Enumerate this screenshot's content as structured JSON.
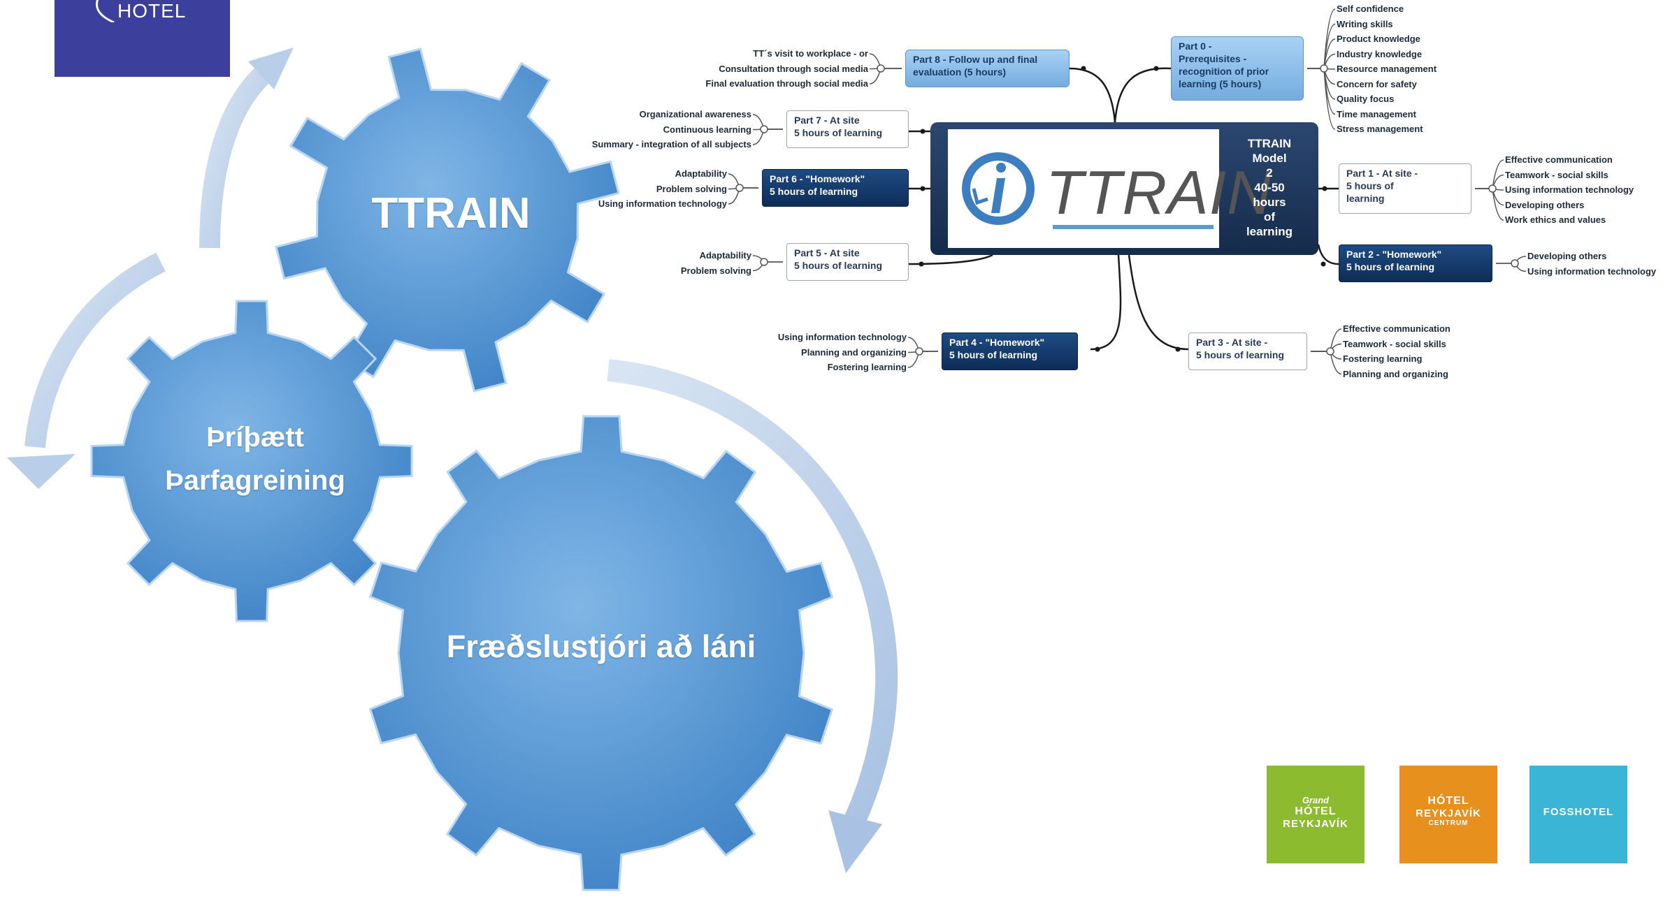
{
  "logo_top_left": {
    "text": "HOTEL"
  },
  "gears": {
    "top": "TTRAIN",
    "left_line1": "Þríþætt",
    "left_line2": "Þarfagreining",
    "bottom": "Fræðslustjóri að láni"
  },
  "center": {
    "logo_text": "TTRAIN",
    "model_text": "TTRAIN\nModel\n2\n40-50\nhours\nof\nlearning"
  },
  "nodes": {
    "part0": "Part 0 -\nPrerequisites -\nrecognition of prior\nlearning (5 hours)",
    "part1": "Part 1 - At site -\n5 hours of\nlearning",
    "part2": "Part 2 - \"Homework\"\n5 hours of learning",
    "part3": "Part 3 - At site -\n5 hours of learning",
    "part4": "Part 4 - \"Homework\"\n5 hours of learning",
    "part5": "Part 5 - At site\n5 hours of learning",
    "part6": "Part 6 - \"Homework\"\n5 hours of learning",
    "part7": "Part 7 - At site\n5 hours of learning",
    "part8": "Part 8 - Follow up and final\nevaluation (5 hours)"
  },
  "leaves": {
    "part0": [
      "Self confidence",
      "Writing skills",
      "Product knowledge",
      "Industry knowledge",
      "Resource management",
      "Concern for safety",
      "Quality focus",
      "Time management",
      "Stress management"
    ],
    "part1": [
      "Effective communication",
      "Teamwork - social skills",
      "Using information technology",
      "Developing others",
      "Work ethics and values"
    ],
    "part2": [
      "Developing others",
      "Using information technology"
    ],
    "part3": [
      "Effective communication",
      "Teamwork - social skills",
      "Fostering learning",
      "Planning and organizing"
    ],
    "part4": [
      "Using information technology",
      "Planning and organizing",
      "Fostering learning"
    ],
    "part5": [
      "Adaptability",
      "Problem solving"
    ],
    "part6": [
      "Adaptability",
      "Problem solving",
      "Using information technology"
    ],
    "part7": [
      "Organizational awareness",
      "Continuous learning",
      "Summary - integration of all subjects"
    ],
    "part8": [
      "TT´s visit to workplace - or",
      "Consultation through social media",
      "Final evaluation through social media"
    ]
  },
  "logos": {
    "grand": {
      "line1": "Grand",
      "line2": "HÓTEL",
      "line3": "REYKJAVÍK",
      "color": "#8dbb2f"
    },
    "centrum": {
      "line1": "HÓTEL",
      "line2": "REYKJAVÍK",
      "line3": "CENTRUM",
      "color": "#e8901e"
    },
    "foss": {
      "text": "FOSSHOTEL",
      "color": "#3ab5d6"
    }
  },
  "colors": {
    "gear_light": "#6ba9e0",
    "gear_dark": "#3c7fc4",
    "arrow": "#c9d9ee",
    "brand_purple": "#3c3f9c"
  }
}
